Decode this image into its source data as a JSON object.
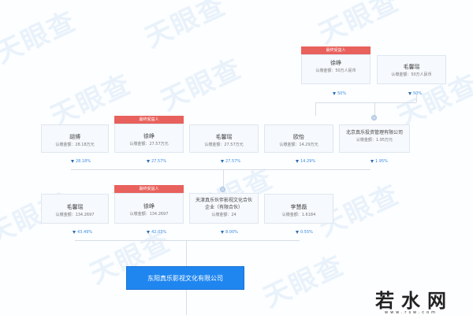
{
  "watermark": {
    "text": "天眼查"
  },
  "top_row": [
    {
      "tag": "最终受益人",
      "name": "徐峥",
      "amount": "认缴金额：50万人民币",
      "pct": "50%"
    },
    {
      "name": "毛馨瑶",
      "amount": "认缴金额：50万人民币",
      "pct": "50%"
    }
  ],
  "middle_row": [
    {
      "name": "胡博",
      "amount": "认缴金额：28.18万元",
      "pct": "28.18%"
    },
    {
      "tag": "最终受益人",
      "name": "徐峥",
      "amount": "认缴金额：27.57万元",
      "pct": "27.57%"
    },
    {
      "name": "毛馨瑶",
      "amount": "认缴金额：27.57万元",
      "pct": "27.57%"
    },
    {
      "name": "欧怡",
      "amount": "认缴金额：14.29万元",
      "pct": "14.29%"
    },
    {
      "name": "北京真乐投资管理有限公司",
      "amount": "认缴金额：1.95万元",
      "pct": "1.95%"
    }
  ],
  "bottom_row": [
    {
      "name": "毛馨瑶",
      "amount": "认缴金额：134.2697",
      "pct": "43.49%"
    },
    {
      "tag": "最终受益人",
      "name": "徐峥",
      "amount": "认缴金额：134.2697",
      "pct": "42.03%"
    },
    {
      "name": "天津真乐伙伴影视文化合伙企业（有限合伙）",
      "amount": "认缴金额：24",
      "pct": "8.00%"
    },
    {
      "name": "李慧磊",
      "amount": "认缴金额：1.6184",
      "pct": "0.55%"
    }
  ],
  "target_company": {
    "name": "东阳真乐影视文化有限公司"
  },
  "logo": {
    "text": "若水网",
    "sub": "www.rsw.com"
  }
}
